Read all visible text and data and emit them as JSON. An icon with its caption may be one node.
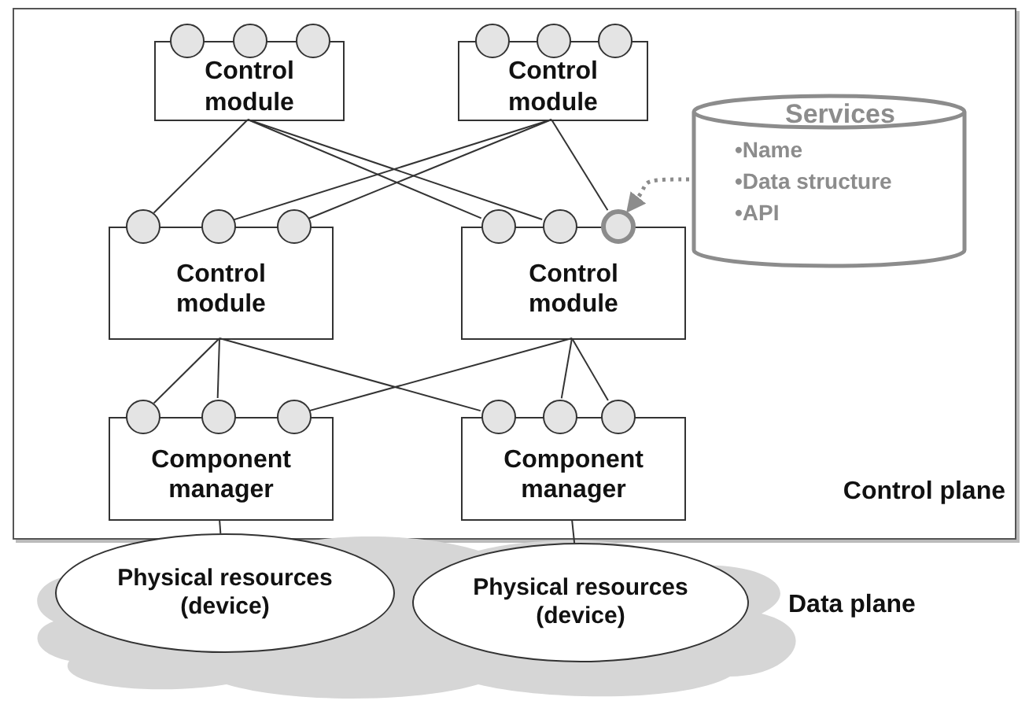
{
  "diagram": {
    "nodes": [
      {
        "text": [
          "Control plane"
        ]
      },
      {
        "text": [
          "Control module"
        ],
        "in": 0
      },
      {
        "text": [],
        "shape": "circle",
        "in": 0
      },
      {
        "text": [],
        "shape": "circle",
        "in": 0
      },
      {
        "text": [],
        "shape": "circle",
        "in": 0
      },
      {
        "text": [
          "Control module"
        ],
        "in": 0
      },
      {
        "text": [],
        "shape": "circle",
        "in": 0
      },
      {
        "text": [],
        "shape": "circle",
        "in": 0
      },
      {
        "text": [],
        "shape": "circle",
        "in": 0
      },
      {
        "text": [
          "Services",
          "•Name",
          "•Data structure",
          "•API"
        ],
        "in": 0
      },
      {
        "text": [
          "Control module"
        ],
        "in": 0
      },
      {
        "text": [],
        "shape": "circle",
        "in": 0
      },
      {
        "text": [],
        "shape": "circle",
        "in": 0
      },
      {
        "text": [],
        "shape": "circle",
        "in": 0
      },
      {
        "text": [
          "Control module"
        ],
        "in": 0
      },
      {
        "text": [],
        "shape": "circle",
        "in": 0
      },
      {
        "text": [],
        "shape": "circle",
        "in": 0
      },
      {
        "text": [],
        "shape": "circle",
        "in": 0
      },
      {
        "text": [
          "Component manager"
        ],
        "in": 0
      },
      {
        "text": [],
        "shape": "circle",
        "in": 0
      },
      {
        "text": [],
        "shape": "circle",
        "in": 0
      },
      {
        "text": [],
        "shape": "circle",
        "in": 0
      },
      {
        "text": [
          "Component manager"
        ],
        "in": 0
      },
      {
        "text": [],
        "shape": "circle",
        "in": 0
      },
      {
        "text": [],
        "shape": "circle",
        "in": 0
      },
      {
        "text": [],
        "shape": "circle",
        "in": 0
      },
      {
        "text": [
          "Data plane"
        ]
      },
      {
        "text": [
          "Physical resources (device)"
        ],
        "in": 26
      },
      {
        "text": [
          "Physical resources (device)"
        ],
        "in": 26
      }
    ],
    "edges": [
      {
        "from": 1,
        "to": 11,
        "arrow": "none"
      },
      {
        "from": 1,
        "to": 15,
        "arrow": "none"
      },
      {
        "from": 1,
        "to": 16,
        "arrow": "none"
      },
      {
        "from": 5,
        "to": 12,
        "arrow": "none"
      },
      {
        "from": 5,
        "to": 13,
        "arrow": "none"
      },
      {
        "from": 5,
        "to": 17,
        "arrow": "none"
      },
      {
        "from": 10,
        "to": 19,
        "arrow": "none"
      },
      {
        "from": 10,
        "to": 20,
        "arrow": "none"
      },
      {
        "from": 10,
        "to": 23,
        "arrow": "none"
      },
      {
        "from": 14,
        "to": 21,
        "arrow": "none"
      },
      {
        "from": 14,
        "to": 24,
        "arrow": "none"
      },
      {
        "from": 14,
        "to": 25,
        "arrow": "none"
      },
      {
        "from": 18,
        "to": 27,
        "arrow": "none"
      },
      {
        "from": 22,
        "to": 28,
        "arrow": "none"
      },
      {
        "from": 9,
        "to": 17,
        "arrow": "to",
        "style": "dashed",
        "color": "#8c8c8c"
      }
    ]
  }
}
